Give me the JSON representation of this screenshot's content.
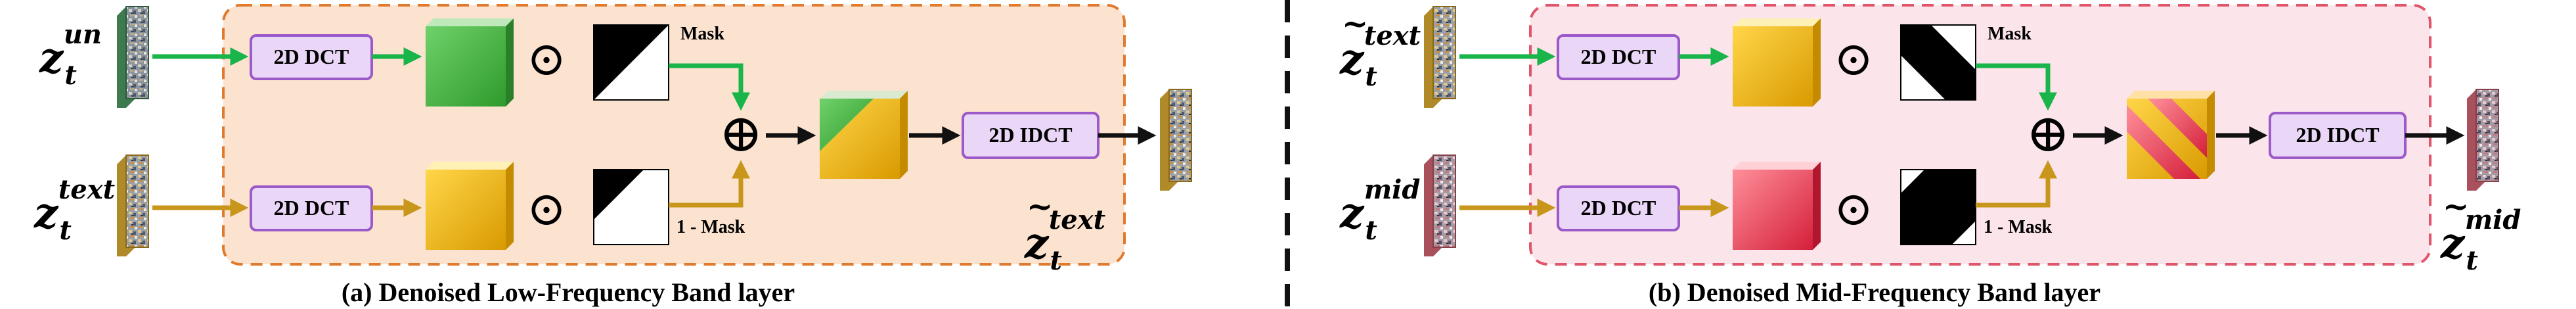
{
  "panels": [
    {
      "caption": "(a) Denoised Low-Frequency Band layer",
      "inputs": [
        {
          "base": "z",
          "sub": "t",
          "sup": "un",
          "tilde": false
        },
        {
          "base": "z",
          "sub": "t",
          "sup": "text",
          "tilde": false
        }
      ],
      "dct_label": "2D DCT",
      "idct_label": "2D IDCT",
      "hadamard_symbol": "⊙",
      "sum_symbol": "⊕",
      "mask_label": "Mask",
      "inv_mask_label": "1 - Mask",
      "output": {
        "base": "z",
        "sub": "t",
        "sup": "text",
        "tilde": true
      }
    },
    {
      "caption": "(b) Denoised Mid-Frequency Band layer",
      "inputs": [
        {
          "base": "z",
          "sub": "t",
          "sup": "text",
          "tilde": true
        },
        {
          "base": "z",
          "sub": "t",
          "sup": "mid",
          "tilde": false
        }
      ],
      "dct_label": "2D DCT",
      "idct_label": "2D IDCT",
      "hadamard_symbol": "⊙",
      "sum_symbol": "⊕",
      "mask_label": "Mask",
      "inv_mask_label": "1 - Mask",
      "output": {
        "base": "z",
        "sub": "t",
        "sup": "mid",
        "tilde": true
      }
    }
  ],
  "colors": {
    "panel_a_fill": "#fbe3cf",
    "panel_a_border": "#e07a2e",
    "panel_b_fill": "#fbe4ea",
    "panel_b_border": "#e0556a",
    "dct_box_fill": "#ead7f7",
    "dct_box_border": "#9b59c9",
    "arrow_green": "#19b44a",
    "arrow_gold": "#c8961a",
    "arrow_black": "#111111",
    "divider": "#111111"
  }
}
